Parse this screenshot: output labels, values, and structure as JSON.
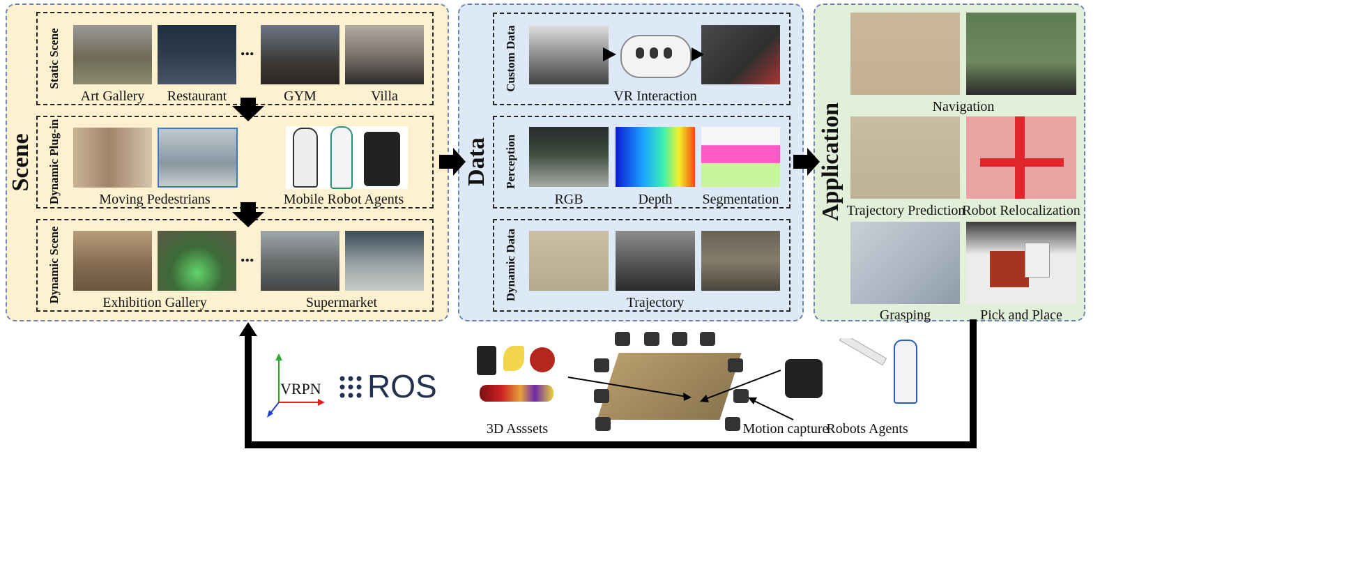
{
  "colors": {
    "scene_bg": "#fdf1cf",
    "data_bg": "#dde9f6",
    "app_bg": "#e2f0d9",
    "panel_border": "#6b84b4",
    "arrow": "#000000"
  },
  "scene": {
    "title": "Scene",
    "static": {
      "label": "Static Scene",
      "captions": [
        "Art Gallery",
        "Restaurant",
        "GYM",
        "Villa"
      ],
      "ellipsis": "..."
    },
    "dynamic_plugin": {
      "label": "Dynamic Plug-in",
      "captions": [
        "Moving Pedestrians",
        "Mobile Robot Agents"
      ]
    },
    "dynamic_scene": {
      "label": "Dynamic  Scene",
      "captions": [
        "Exhibition Gallery",
        "Supermarket"
      ],
      "ellipsis": "..."
    }
  },
  "data": {
    "title": "Data",
    "custom": {
      "label": "Custom Data",
      "caption": "VR Interaction"
    },
    "perception": {
      "label": "Perception",
      "captions": [
        "RGB",
        "Depth",
        "Segmentation"
      ]
    },
    "dynamic": {
      "label": "Dynamic Data",
      "caption": "Trajectory"
    }
  },
  "application": {
    "title": "Application",
    "captions": [
      "Navigation",
      "Trajectory Prediction",
      "Robot Relocalization",
      "Grasping",
      "Pick and Place"
    ]
  },
  "bottom": {
    "vrpn": "VRPN",
    "ros": "ROS",
    "captions": [
      "3D Asssets",
      "Motion capture",
      "Robots Agents"
    ]
  }
}
